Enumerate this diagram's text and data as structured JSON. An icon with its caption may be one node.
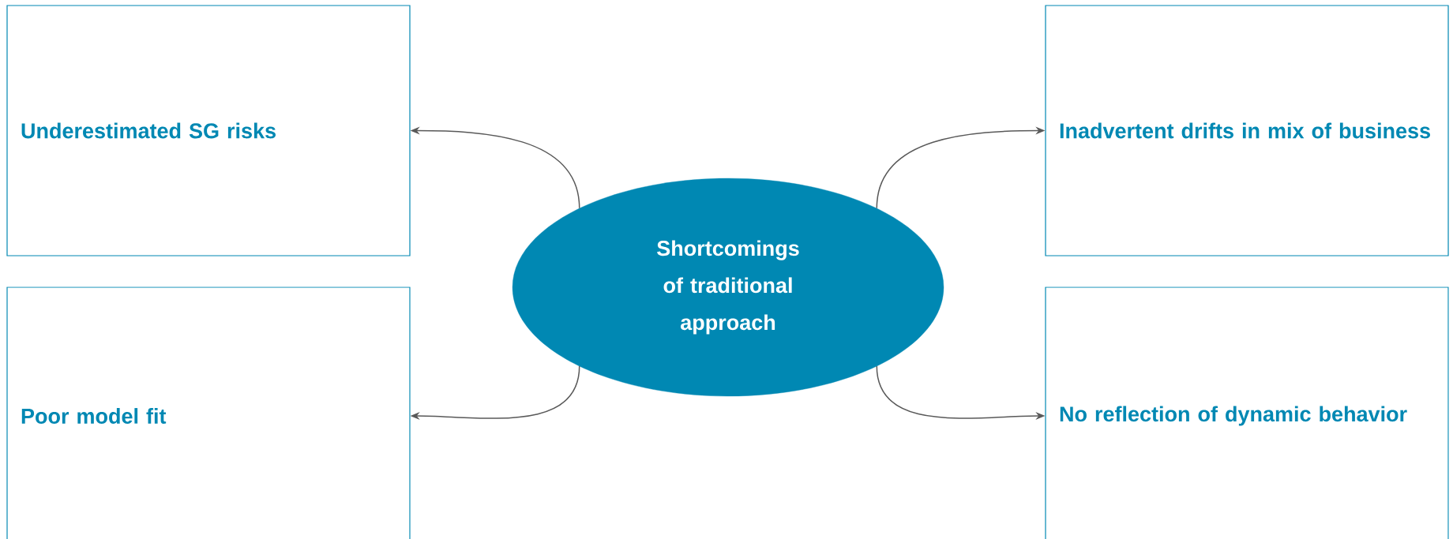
{
  "diagram": {
    "nodes": [
      {
        "text": [
          "Shortcomings of traditional approach"
        ]
      },
      {
        "text": [
          "Underestimated SG risks"
        ]
      },
      {
        "text": [
          "Inadvertent drifts in mix of business"
        ]
      },
      {
        "text": [
          "Poor model fit"
        ]
      },
      {
        "text": [
          "No reflection of dynamic behavior"
        ]
      }
    ],
    "edges": [
      {
        "from": 0,
        "to": 1,
        "arrow": "to"
      },
      {
        "from": 0,
        "to": 2,
        "arrow": "to"
      },
      {
        "from": 0,
        "to": 3,
        "arrow": "to"
      },
      {
        "from": 0,
        "to": 4,
        "arrow": "to"
      }
    ]
  }
}
